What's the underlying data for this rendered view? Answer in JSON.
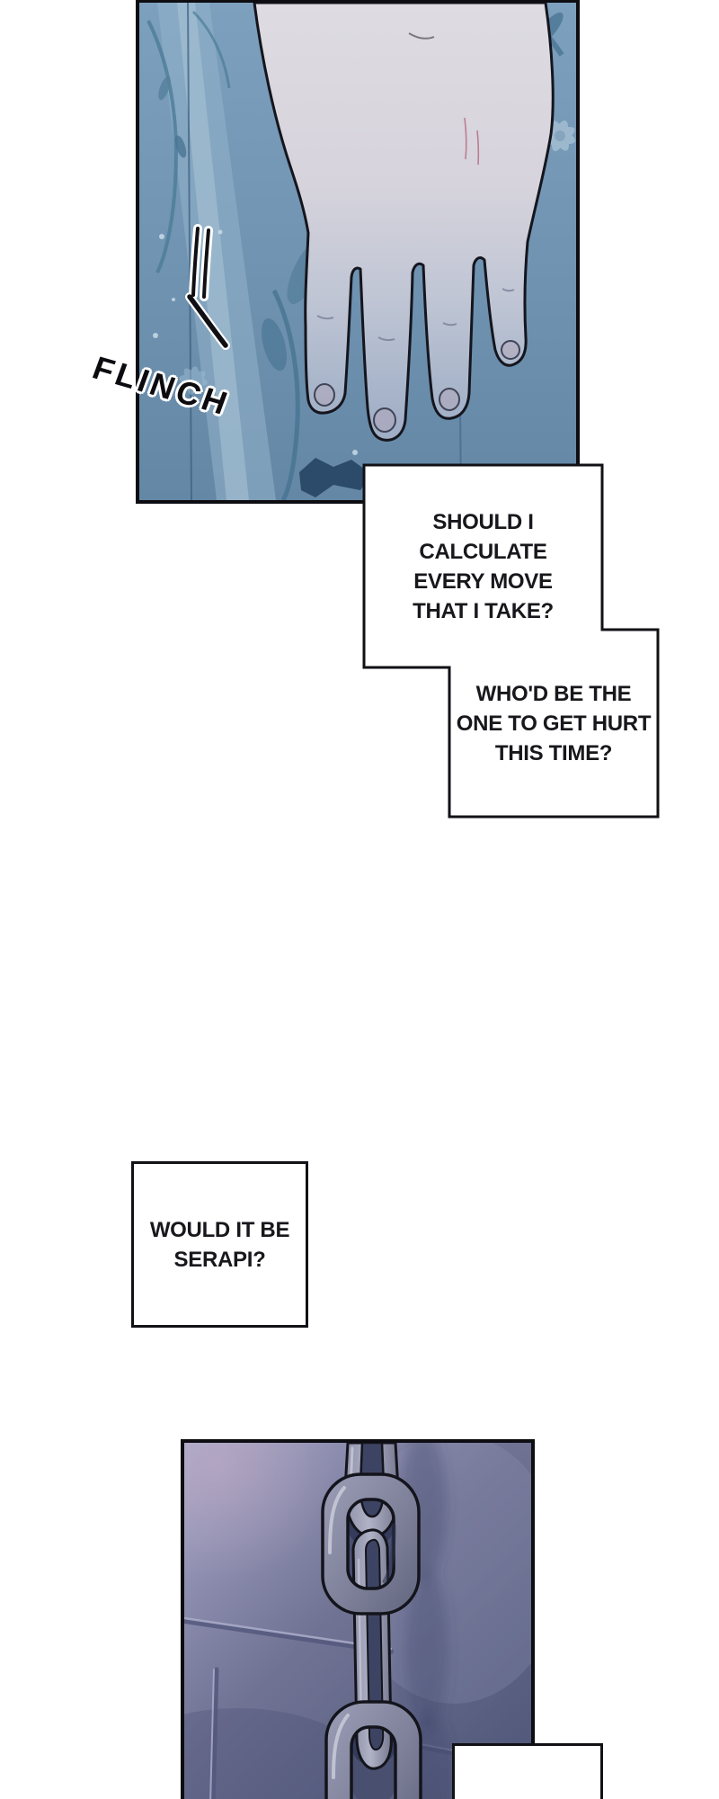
{
  "sfx": {
    "flinch": "FLINCH"
  },
  "thought_bubbles": {
    "bubble_1": {
      "lines": [
        "SHOULD I",
        "CALCULATE",
        "EVERY MOVE",
        "THAT I TAKE?"
      ]
    },
    "bubble_2": {
      "lines": [
        "WHO'D BE THE",
        "ONE TO GET HURT",
        "THIS TIME?"
      ]
    },
    "bubble_3": {
      "lines": [
        "WOULD IT BE",
        "SERAPI?"
      ]
    }
  },
  "panels": {
    "hand_panel": {
      "subject": "pale hand hanging down over blue floral curtain"
    },
    "chain_panel": {
      "subject": "hanging metal chain against purple tiled wall"
    }
  },
  "colors": {
    "page_bg": "#ffffff",
    "ink": "#0d0d12",
    "curtain_blue": "#7396b4",
    "hand_skin": "#d9d6de",
    "wall_purple": "#6e7095",
    "chain_metal": "#9094ae"
  }
}
